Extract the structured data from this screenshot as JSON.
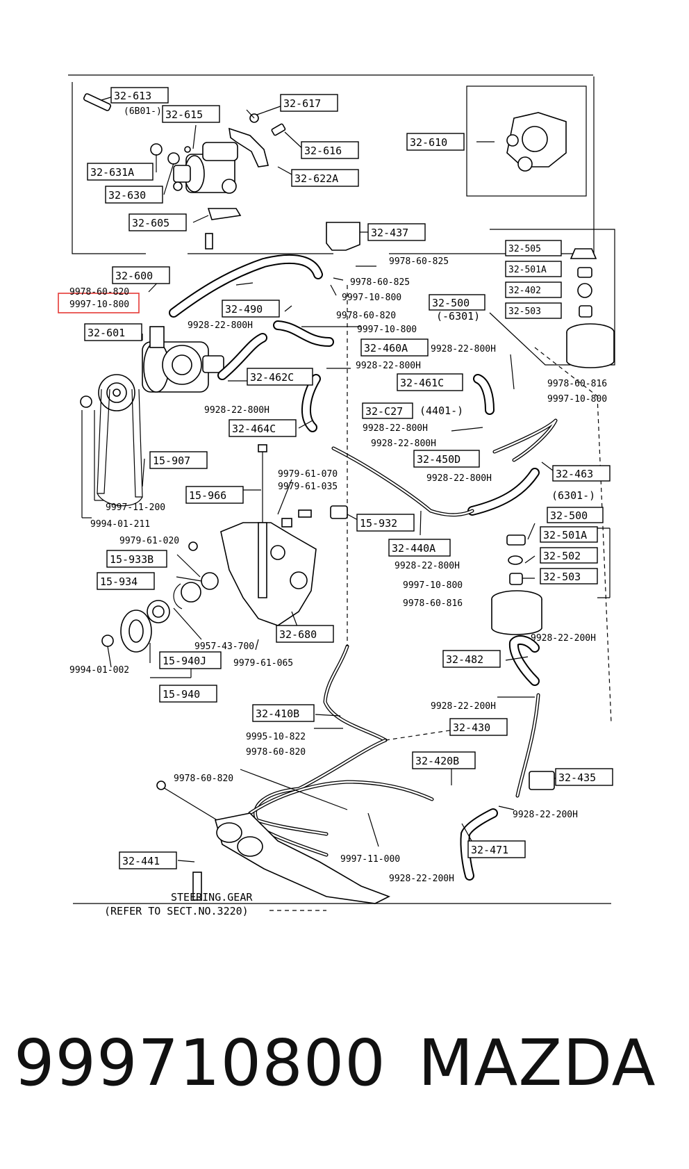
{
  "diagram": {
    "highlight_color": "#e53935",
    "highlighted_label": "9997-10-800",
    "boxed_labels": {
      "b32613": "32-613",
      "b32615": "32-615",
      "b32617": "32-617",
      "b32616": "32-616",
      "b32610": "32-610",
      "b32631A": "32-631A",
      "b32622A": "32-622A",
      "b32630": "32-630",
      "b32605": "32-605",
      "b32437": "32-437",
      "b32600": "32-600",
      "b32601": "32-601",
      "b32490": "32-490",
      "b32500a": "32-500",
      "b32505": "32-505",
      "b32501Aa": "32-501A",
      "b32402": "32-402",
      "b32503a": "32-503",
      "b32460A": "32-460A",
      "b32462C": "32-462C",
      "b32461C": "32-461C",
      "b32C27": "32-C27",
      "b32464C": "32-464C",
      "b32450D": "32-450D",
      "b15907": "15-907",
      "b32463": "32-463",
      "b15966": "15-966",
      "b32500b": "32-500",
      "b15932": "15-932",
      "b32501Ab": "32-501A",
      "b32440A": "32-440A",
      "b32502": "32-502",
      "b15933B": "15-933B",
      "b32503b": "32-503",
      "b15934": "15-934",
      "b32680": "32-680",
      "b15940J": "15-940J",
      "b32482": "32-482",
      "b15940": "15-940",
      "b32430": "32-430",
      "b32410B": "32-410B",
      "b32420B": "32-420B",
      "b32435": "32-435",
      "b32471": "32-471",
      "b32441": "32-441"
    },
    "plain_labels": {
      "p6B01": "(6B01-)",
      "p9978_60_825a": "9978-60-825",
      "p9978_60_825b": "9978-60-825",
      "p9978_60_820a": "9978-60-820",
      "p9997_10_800_hl": "9997-10-800",
      "p9997_10_800a": "9997-10-800",
      "p6301a": "(-6301)",
      "p9928_22_800H_a": "9928-22-800H",
      "p9978_60_820b": "9978-60-820",
      "p9997_10_800b": "9997-10-800",
      "p9928_22_800H_b": "9928-22-800H",
      "p9928_22_800H_c": "9928-22-800H",
      "p9978_60_816a": "9978-60-816",
      "p9997_10_800c": "9997-10-800",
      "p9928_22_800H_d": "9928-22-800H",
      "p4401": "(4401-)",
      "p9928_22_800H_e": "9928-22-800H",
      "p9928_22_800H_f": "9928-22-800H",
      "p9928_22_800H_g": "9928-22-800H",
      "p9979_61_070": "9979-61-070",
      "p9979_61_035": "9979-61-035",
      "p6301b": "(6301-)",
      "p9997_11_200": "9997-11-200",
      "p9994_01_211": "9994-01-211",
      "p9979_61_020": "9979-61-020",
      "p9928_22_800H_h": "9928-22-800H",
      "p9997_10_800d": "9997-10-800",
      "p9978_60_816b": "9978-60-816",
      "p9957_43_700": "9957-43-700",
      "p9994_01_002": "9994-01-002",
      "p9979_61_065": "9979-61-065",
      "p9928_22_200H_a": "9928-22-200H",
      "p9928_22_200H_b": "9928-22-200H",
      "p9995_10_822": "9995-10-822",
      "p9978_60_820c": "9978-60-820",
      "p9978_60_820d": "9978-60-820",
      "p9928_22_200H_c": "9928-22-200H",
      "p9997_11_000": "9997-11-000",
      "p9928_22_200H_d": "9928-22-200H",
      "pSteering": "STEERING.GEAR",
      "pRefer": "(REFER TO SECT.NO.3220)"
    }
  },
  "caption": {
    "part_number": "999710800",
    "brand": "MAZDA"
  }
}
